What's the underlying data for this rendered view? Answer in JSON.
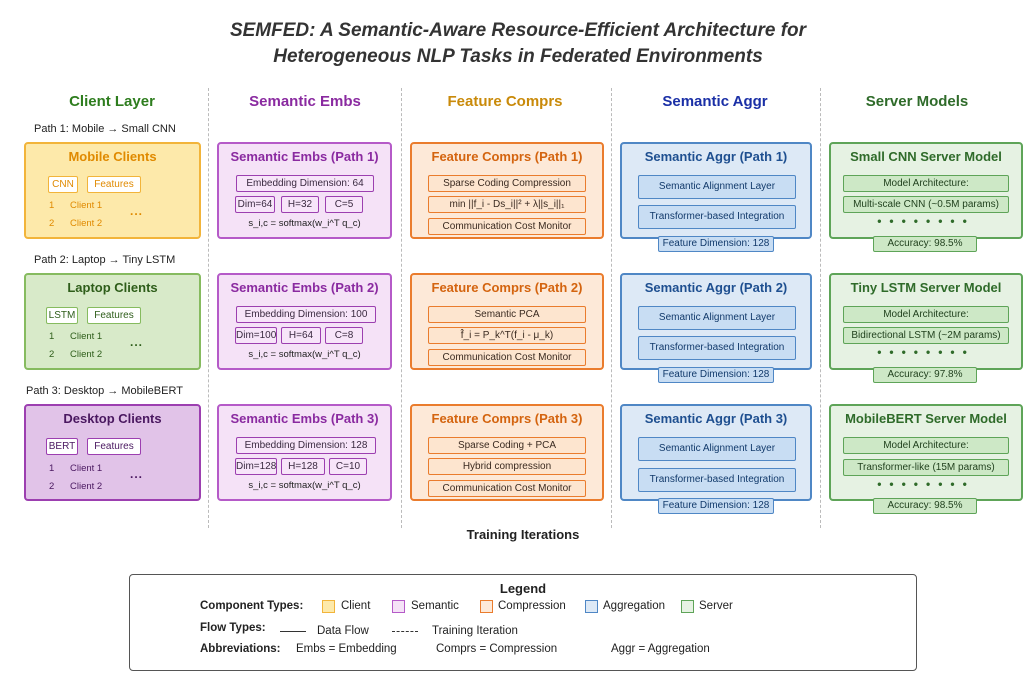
{
  "title": {
    "line1": "SEMFED: A Semantic-Aware Resource-Efficient Architecture for",
    "line2": "Heterogeneous NLP Tasks in Federated Environments"
  },
  "columns": {
    "client": "Client Layer",
    "semantic": "Semantic Embs",
    "compression": "Feature Comprs",
    "aggregation": "Semantic Aggr",
    "server": "Server Models"
  },
  "column_colors": {
    "client": "#2e7d1e",
    "semantic": "#8a2aa0",
    "compression": "#c98a0a",
    "aggregation": "#1a2fa6",
    "server": "#2f6b2a"
  },
  "paths": [
    {
      "label": "Path 1: Mobile → Small CNN",
      "client": {
        "title": "Mobile Clients",
        "chip_model": "CNN",
        "chip_features": "Features",
        "item1_num": "1",
        "item1": "Client 1",
        "item2_num": "2",
        "item2": "Client 2",
        "ellipsis": "..."
      },
      "semantic": {
        "title": "Semantic Embs (Path 1)",
        "embedding": "Embedding Dimension: 64",
        "dim": "Dim=64",
        "h": "H=32",
        "c": "C=5",
        "formula": "s_i,c = softmax(w_i^T q_c)"
      },
      "compression": {
        "title": "Feature Comprs (Path 1)",
        "method": "Sparse Coding Compression",
        "formula": "min ||f_i - Ds_i||² + λ||s_i||₁",
        "monitor": "Communication Cost Monitor"
      },
      "aggregation": {
        "title": "Semantic Aggr (Path 1)",
        "alignment": "Semantic Alignment Layer",
        "integration": "Transformer-based Integration",
        "feature_dim": "Feature Dimension: 128"
      },
      "server": {
        "title": "Small CNN Server Model",
        "arch_label": "Model Architecture:",
        "arch": "Multi-scale CNN (~0.5M params)",
        "dots": "••••••••",
        "accuracy": "Accuracy: 98.5%"
      }
    },
    {
      "label": "Path 2: Laptop → Tiny LSTM",
      "client": {
        "title": "Laptop Clients",
        "chip_model": "LSTM",
        "chip_features": "Features",
        "item1_num": "1",
        "item1": "Client 1",
        "item2_num": "2",
        "item2": "Client 2",
        "ellipsis": "..."
      },
      "semantic": {
        "title": "Semantic Embs (Path 2)",
        "embedding": "Embedding Dimension: 100",
        "dim": "Dim=100",
        "h": "H=64",
        "c": "C=8",
        "formula": "s_i,c = softmax(w_i^T q_c)"
      },
      "compression": {
        "title": "Feature Comprs (Path 2)",
        "method": "Semantic PCA",
        "formula": "f̂_i = P_k^T(f_i - μ_k)",
        "monitor": "Communication Cost Monitor"
      },
      "aggregation": {
        "title": "Semantic Aggr (Path 2)",
        "alignment": "Semantic Alignment Layer",
        "integration": "Transformer-based Integration",
        "feature_dim": "Feature Dimension: 128"
      },
      "server": {
        "title": "Tiny LSTM Server Model",
        "arch_label": "Model Architecture:",
        "arch": "Bidirectional LSTM (~2M params)",
        "dots": "••••••••",
        "accuracy": "Accuracy: 97.8%"
      }
    },
    {
      "label": "Path 3: Desktop → MobileBERT",
      "client": {
        "title": "Desktop Clients",
        "chip_model": "BERT",
        "chip_features": "Features",
        "item1_num": "1",
        "item1": "Client 1",
        "item2_num": "2",
        "item2": "Client 2",
        "ellipsis": "..."
      },
      "semantic": {
        "title": "Semantic Embs (Path 3)",
        "embedding": "Embedding Dimension: 128",
        "dim": "Dim=128",
        "h": "H=128",
        "c": "C=10",
        "formula": "s_i,c = softmax(w_i^T q_c)"
      },
      "compression": {
        "title": "Feature Comprs (Path 3)",
        "method": "Sparse Coding + PCA",
        "formula": "Hybrid compression",
        "monitor": "Communication Cost Monitor"
      },
      "aggregation": {
        "title": "Semantic Aggr (Path 3)",
        "alignment": "Semantic Alignment Layer",
        "integration": "Transformer-based Integration",
        "feature_dim": "Feature Dimension: 128"
      },
      "server": {
        "title": "MobileBERT Server Model",
        "arch_label": "Model Architecture:",
        "arch": "Transformer-like (15M params)",
        "dots": "••••••••",
        "accuracy": "Accuracy: 98.5%"
      }
    }
  ],
  "training_label": "Training Iterations",
  "legend": {
    "title": "Legend",
    "component_label": "Component Types:",
    "components": [
      {
        "name": "Client",
        "fill": "#fde9aa",
        "stroke": "#f2b43a"
      },
      {
        "name": "Semantic",
        "fill": "#f5e2f7",
        "stroke": "#b55ac8"
      },
      {
        "name": "Compression",
        "fill": "#fde9d8",
        "stroke": "#ea7c2d"
      },
      {
        "name": "Aggregation",
        "fill": "#dde9f6",
        "stroke": "#4f87c5"
      },
      {
        "name": "Server",
        "fill": "#e6f2e3",
        "stroke": "#5ea458"
      }
    ],
    "flow_label": "Flow Types:",
    "flow_data": "Data Flow",
    "flow_training": "Training Iteration",
    "abbr_label": "Abbreviations:",
    "abbr1": "Embs = Embedding",
    "abbr2": "Comprs = Compression",
    "abbr3": "Aggr = Aggregation"
  }
}
